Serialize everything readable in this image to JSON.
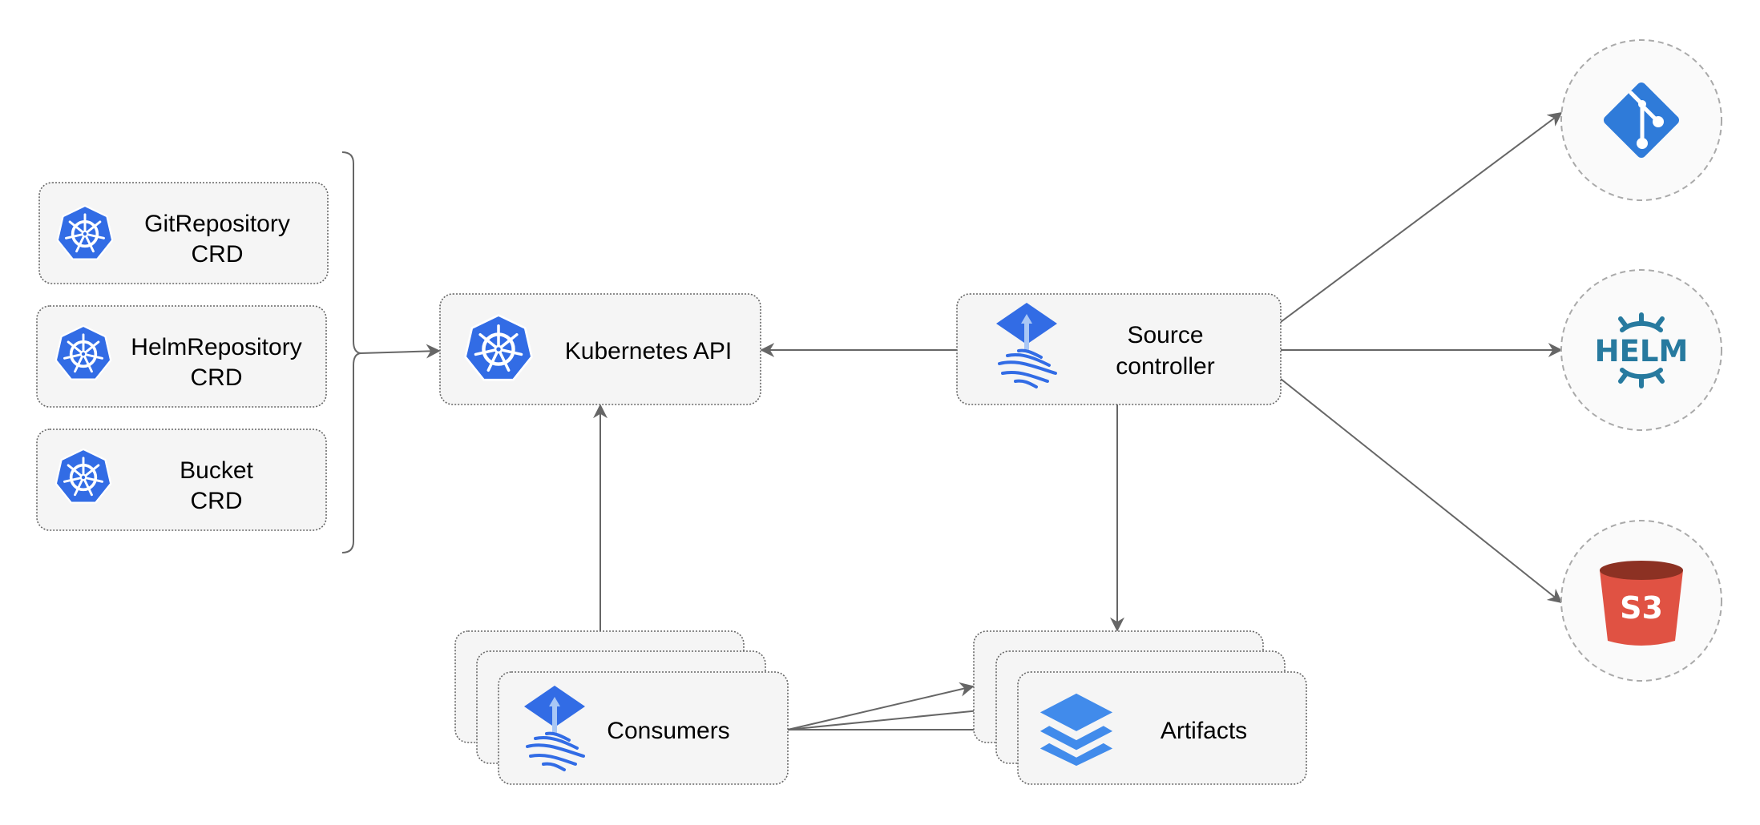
{
  "nodes": {
    "git_repository_crd": {
      "line1": "GitRepository",
      "line2": "CRD",
      "icon": "kubernetes-icon"
    },
    "helm_repository_crd": {
      "line1": "HelmRepository",
      "line2": "CRD",
      "icon": "kubernetes-icon"
    },
    "bucket_crd": {
      "line1": "Bucket",
      "line2": "CRD",
      "icon": "kubernetes-icon"
    },
    "kubernetes_api": {
      "label": "Kubernetes API",
      "icon": "kubernetes-icon"
    },
    "source_controller": {
      "line1": "Source",
      "line2": "controller",
      "icon": "flux-icon"
    },
    "consumers": {
      "label": "Consumers",
      "icon": "flux-icon"
    },
    "artifacts": {
      "label": "Artifacts",
      "icon": "layers-icon"
    },
    "git": {
      "icon": "git-icon"
    },
    "helm": {
      "icon": "helm-icon",
      "logo_text": "HELM"
    },
    "s3": {
      "icon": "s3-icon",
      "logo_text": "S3"
    }
  },
  "colors": {
    "kubernetes_blue": "#326CE5",
    "flux_blue": "#326CE5",
    "layers_blue": "#418BEB",
    "git_blue": "#2F7BD9",
    "helm_teal": "#277A9F",
    "s3_red": "#E05243",
    "s3_dark": "#8C3123",
    "edge_gray": "#666666",
    "box_fill": "#F5F5F5"
  }
}
